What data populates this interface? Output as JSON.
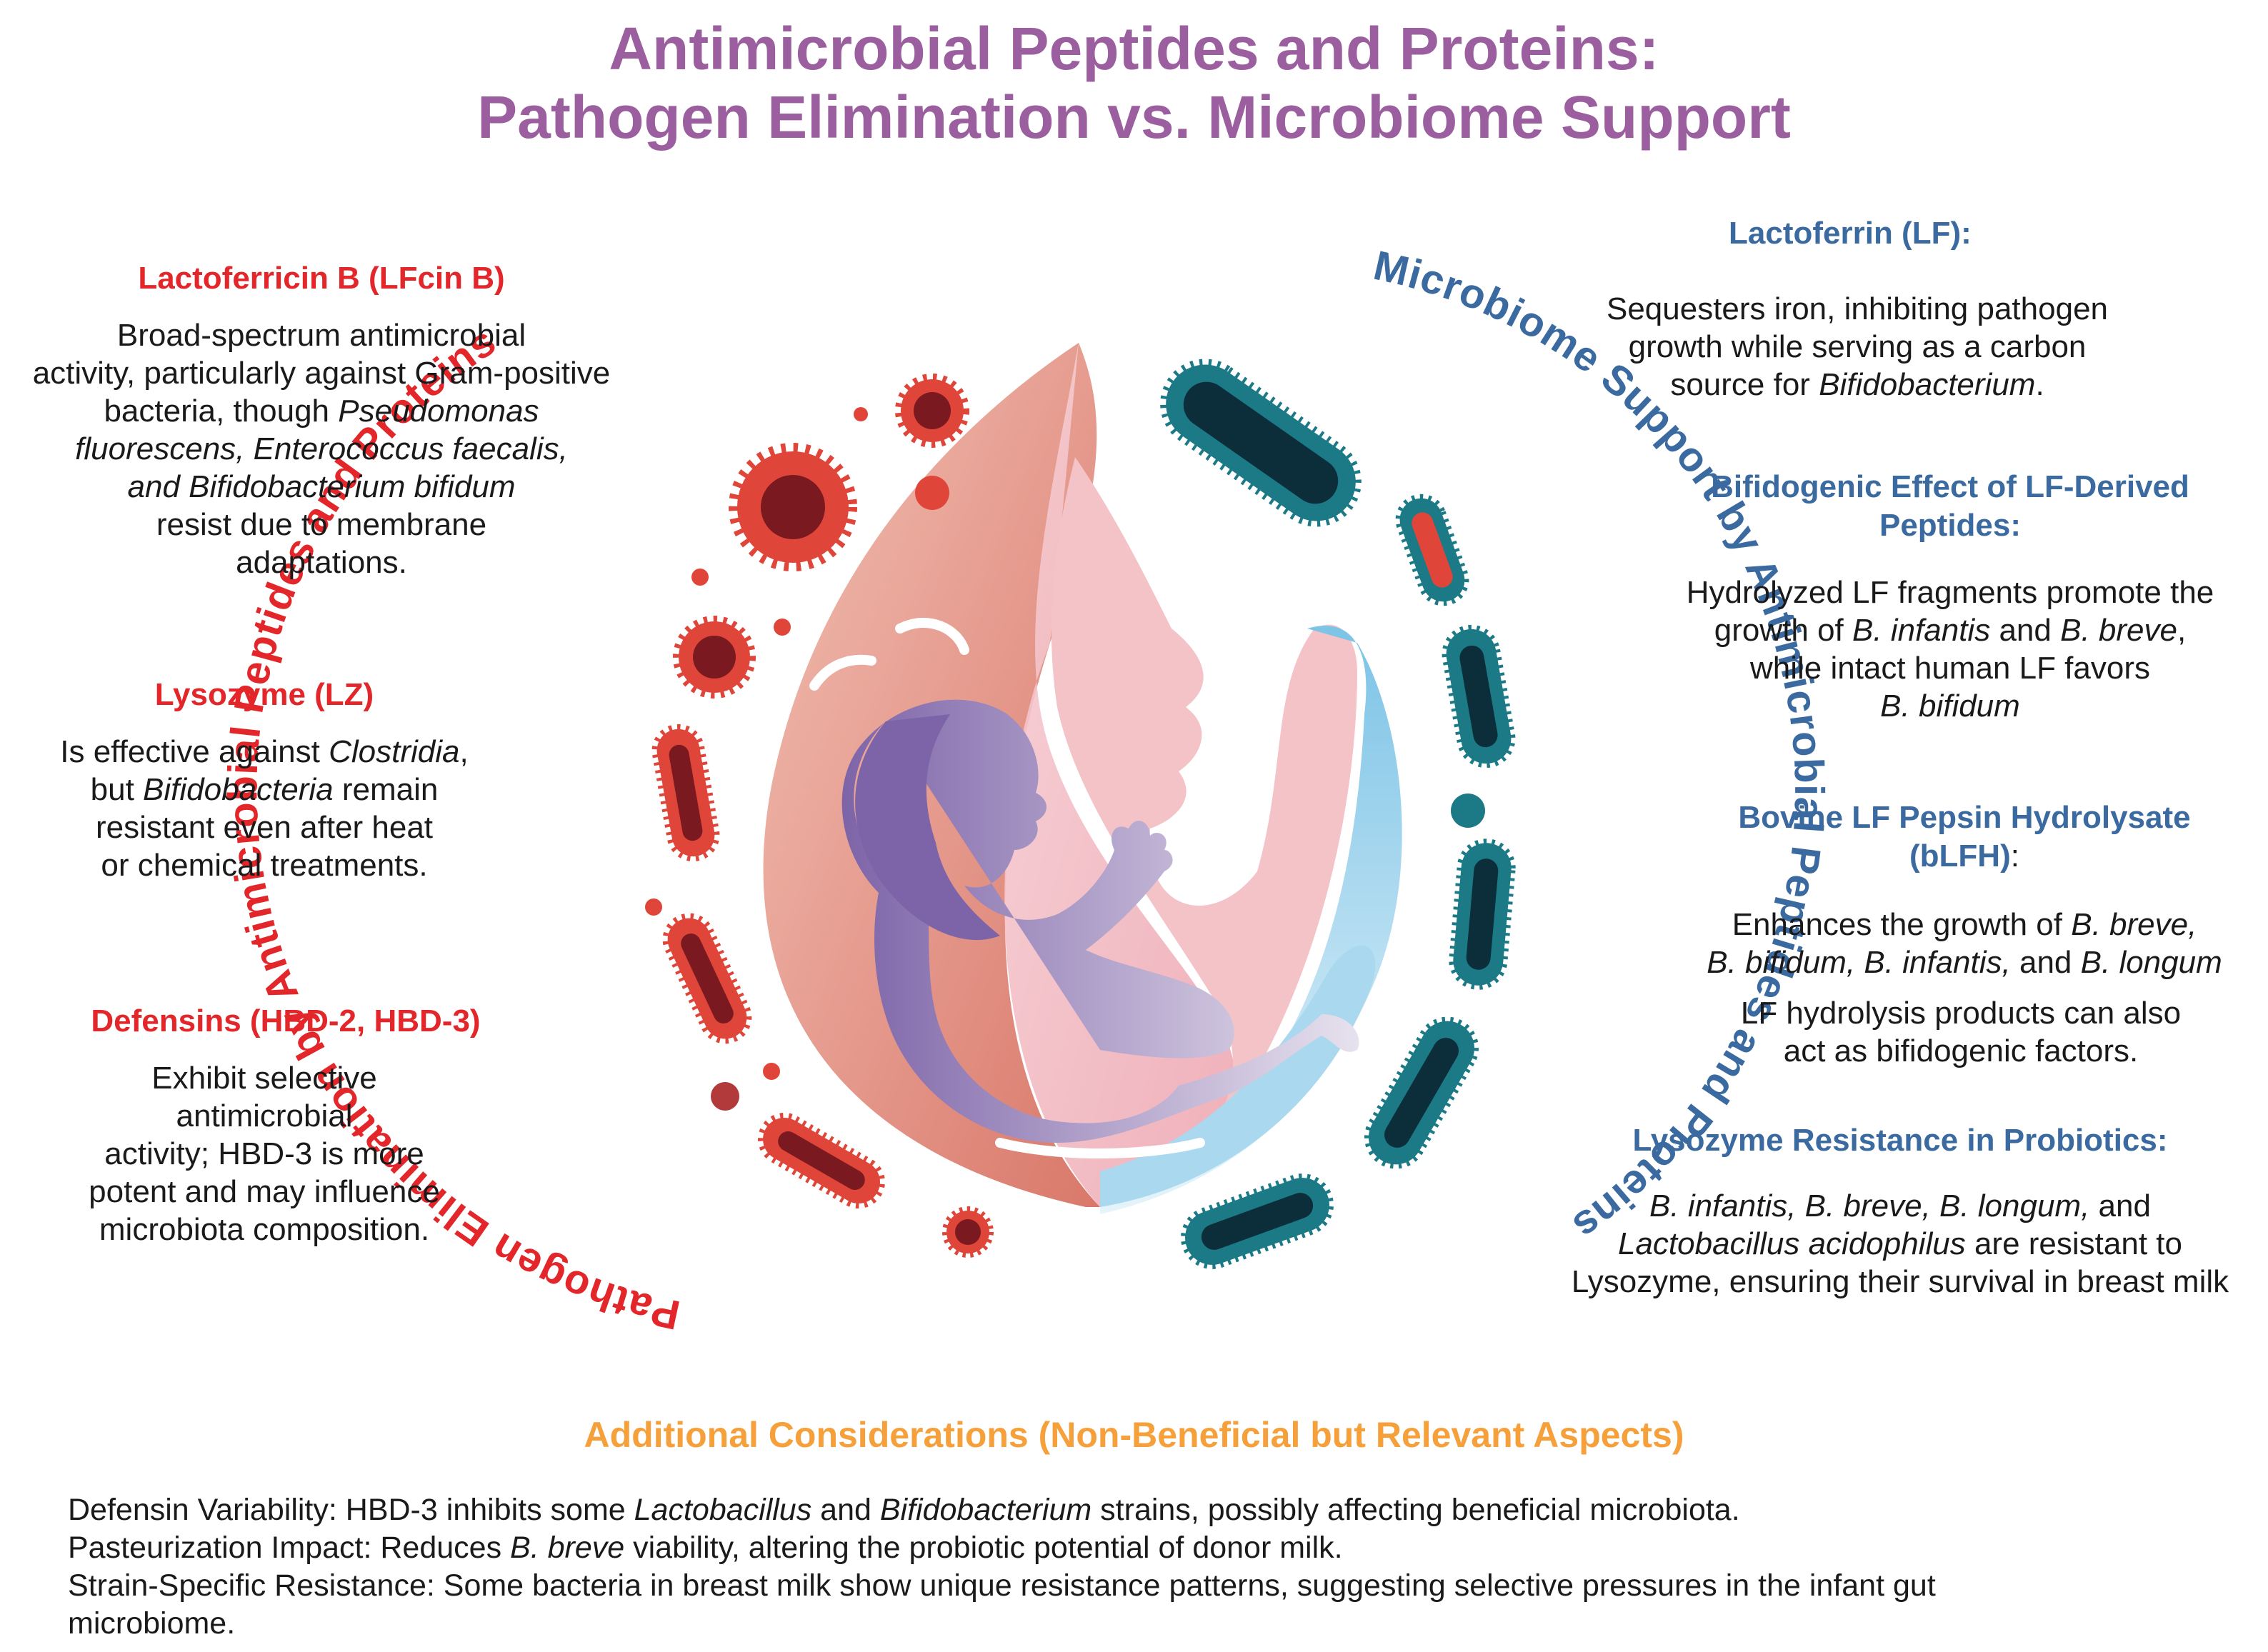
{
  "title": {
    "line1": "Antimicrobial Peptides and Proteins:",
    "line2": "Pathogen Elimination vs. Microbiome Support"
  },
  "arc_left_label": "Pathogen Elimination by Antimicrobial Peptides and Proteins",
  "arc_right_label": "Microbiome Support by Antimicrobial Peptides and Proteins",
  "left": {
    "lfcin": {
      "heading": "Lactoferricin B (LFcin B)",
      "l1": "Broad-spectrum antimicrobial",
      "l2": "activity, particularly against Gram-positive",
      "l3a": "bacteria, though ",
      "l3b": "Pseudomonas",
      "l4": "fluorescens, Enterococcus faecalis,",
      "l5": "and Bifidobacterium bifidum",
      "l6": "resist due to membrane",
      "l7": "adaptations."
    },
    "lz": {
      "heading": "Lysozyme (LZ)",
      "l1a": "Is effective against ",
      "l1b": "Clostridia",
      "l1c": ",",
      "l2a": "but ",
      "l2b": "Bifidobacteria",
      "l2c": " remain",
      "l3": "resistant even after heat",
      "l4": "or chemical treatments."
    },
    "def": {
      "heading": "Defensins (HBD-2, HBD-3)",
      "l1": "Exhibit selective",
      "l2": "antimicrobial",
      "l3": "activity; HBD-3 is more",
      "l4": "potent and may influence",
      "l5": "microbiota composition."
    }
  },
  "right": {
    "lf": {
      "heading": "Lactoferrin (LF):",
      "l1": "Sequesters iron, inhibiting pathogen",
      "l2": "growth while serving as a carbon",
      "l3a": "source for ",
      "l3b": "Bifidobacterium",
      "l3c": "."
    },
    "bif": {
      "heading1": "Bifidogenic Effect of LF-Derived",
      "heading2": "Peptides:",
      "l1": "Hydrolyzed LF fragments promote the",
      "l2a": "growth of ",
      "l2b": "B. infantis",
      "l2c": " and ",
      "l2d": "B. breve",
      "l2e": ",",
      "l3": "while intact human LF favors",
      "l4": "B. bifidum"
    },
    "blfh": {
      "heading1": "Bovine LF Pepsin Hydrolysate",
      "heading2": "(bLFH)",
      "heading2b": ":",
      "l1a": "Enhances the growth of ",
      "l1b": "B. breve,",
      "l2a": "B. bifidum, B. infantis,",
      "l2b": " and ",
      "l2c": "B. longum",
      "l3": "LF hydrolysis  products can also",
      "l4": "act as bifidogenic factors."
    },
    "lzr": {
      "heading": "Lysozyme Resistance in Probiotics:",
      "l1a": "B. infantis, B. breve, B. longum,",
      "l1b": " and",
      "l2a": "Lactobacillus acidophilus",
      "l2b": " are resistant to",
      "l3": "Lysozyme, ensuring their survival in breast milk"
    }
  },
  "additional": {
    "heading": "Additional Considerations (Non-Beneficial but Relevant Aspects)",
    "f1a": "Defensin Variability: HBD-3 inhibits some ",
    "f1b": "Lactobacillus",
    "f1c": " and ",
    "f1d": "Bifidobacterium",
    "f1e": " strains, possibly affecting beneficial microbiota.",
    "f2a": "Pasteurization Impact: Reduces ",
    "f2b": "B. breve",
    "f2c": " viability, altering the probiotic potential of donor milk.",
    "f3": "Strain-Specific Resistance: Some bacteria in breast milk show unique resistance patterns, suggesting selective pressures in the infant gut",
    "f4": "microbiome."
  },
  "colors": {
    "title": "#9b5fa0",
    "red_heading": "#e3262a",
    "blue_heading": "#3a6aa0",
    "orange_heading": "#f5a03a",
    "pathogen": "#e0453a",
    "probiotic": "#1b7a86"
  }
}
